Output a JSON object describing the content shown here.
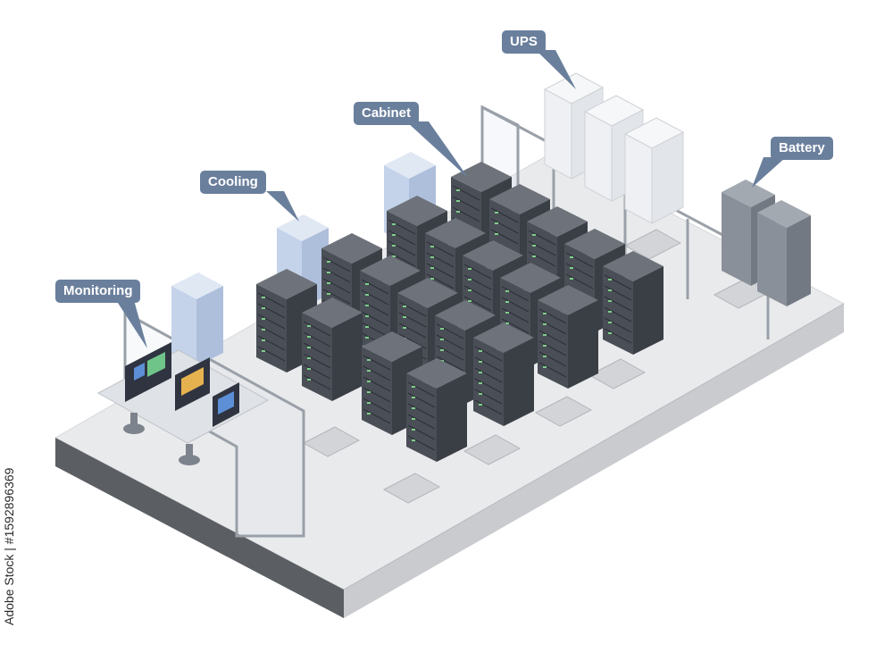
{
  "labels": {
    "ups": "UPS",
    "cabinet": "Cabinet",
    "battery": "Battery",
    "cooling": "Cooling",
    "monitoring": "Monitoring"
  },
  "stock_id": "Adobe Stock | #1592896369",
  "colors": {
    "callout": "#6a7f9c",
    "floor_top": "#e9eaec",
    "floor_side_dark": "#5b5e63",
    "floor_side_light": "#c9cbcf",
    "rack_top": "#6e737b",
    "rack_left": "#4a4f57",
    "rack_right": "#3a3e45",
    "rack_led": "#7fd08a",
    "cooling_unit": "#c4d3ea",
    "ups_unit": "#eef0f3",
    "battery_unit": "#8a9099",
    "glass_frame": "#9aa0a8"
  }
}
